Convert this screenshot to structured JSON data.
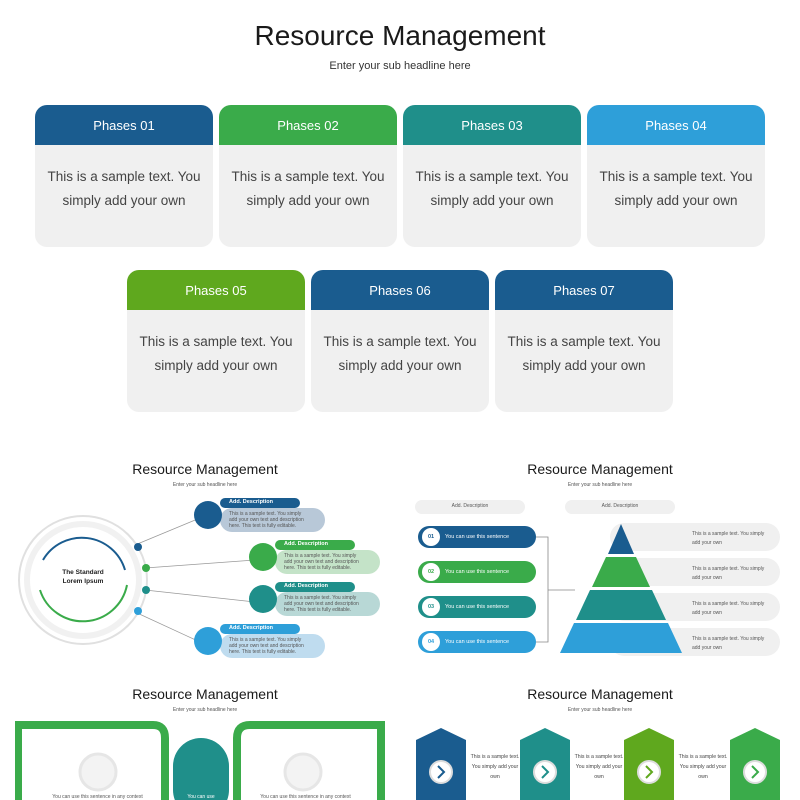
{
  "header": {
    "title": "Resource Management",
    "subtitle": "Enter your sub headline here"
  },
  "phases": [
    {
      "label": "Phases 01",
      "text": "This is a sample text. You simply add your own",
      "color": "#1a5c8f"
    },
    {
      "label": "Phases 02",
      "text": "This is a sample text. You simply add your own",
      "color": "#3aab4a"
    },
    {
      "label": "Phases 03",
      "text": "This is a sample text. You simply add your own",
      "color": "#1f8f8a"
    },
    {
      "label": "Phases 04",
      "text": "This is a sample text. You simply add your own",
      "color": "#2e9fd9"
    },
    {
      "label": "Phases 05",
      "text": "This is a sample text. You simply add your own",
      "color": "#5fa81e"
    },
    {
      "label": "Phases 06",
      "text": "This is a sample text. You simply add your own",
      "color": "#1a5c8f"
    },
    {
      "label": "Phases 07",
      "text": "This is a sample text. You simply add your own",
      "color": "#1a5c8f"
    }
  ],
  "thumbs": {
    "t1": {
      "title": "Resource Management",
      "subtitle": "Enter your sub headline here",
      "center_text": "The Standard Lorem Ipsum",
      "items": [
        {
          "label": "Add. Description",
          "text": "This is a sample text. You simply add your own text and description here. This text is fully editable."
        },
        {
          "label": "Add. Description",
          "text": "This is a sample text. You simply add your own text and description here. This text is fully editable."
        },
        {
          "label": "Add. Description",
          "text": "This is a sample text. You simply add your own text and description here. This text is fully editable."
        },
        {
          "label": "Add. Description",
          "text": "This is a sample text. You simply add your own text and description here. This text is fully editable."
        }
      ]
    },
    "t2": {
      "title": "Resource Management",
      "subtitle": "Enter your sub headline here",
      "top_labels": [
        "Add. Description",
        "Add. Description"
      ],
      "pills": [
        {
          "num": "01",
          "text": "You can use this sentence"
        },
        {
          "num": "02",
          "text": "You can use this sentence"
        },
        {
          "num": "03",
          "text": "You can use this sentence"
        },
        {
          "num": "04",
          "text": "You can use this sentence"
        }
      ],
      "right_text": "This is a sample text. You simply add your own"
    },
    "t3": {
      "title": "Resource Management",
      "subtitle": "Enter your sub headline here",
      "texts": [
        "You can use this sentence in any context",
        "You can use",
        "You can use this sentence in any context"
      ]
    },
    "t4": {
      "title": "Resource Management",
      "subtitle": "Enter your sub headline here",
      "text": "This is a sample text. You simply add your own"
    }
  },
  "colors": {
    "navy": "#1a5c8f",
    "green": "#3aab4a",
    "teal": "#1f8f8a",
    "sky": "#2e9fd9",
    "lime": "#5fa81e"
  }
}
